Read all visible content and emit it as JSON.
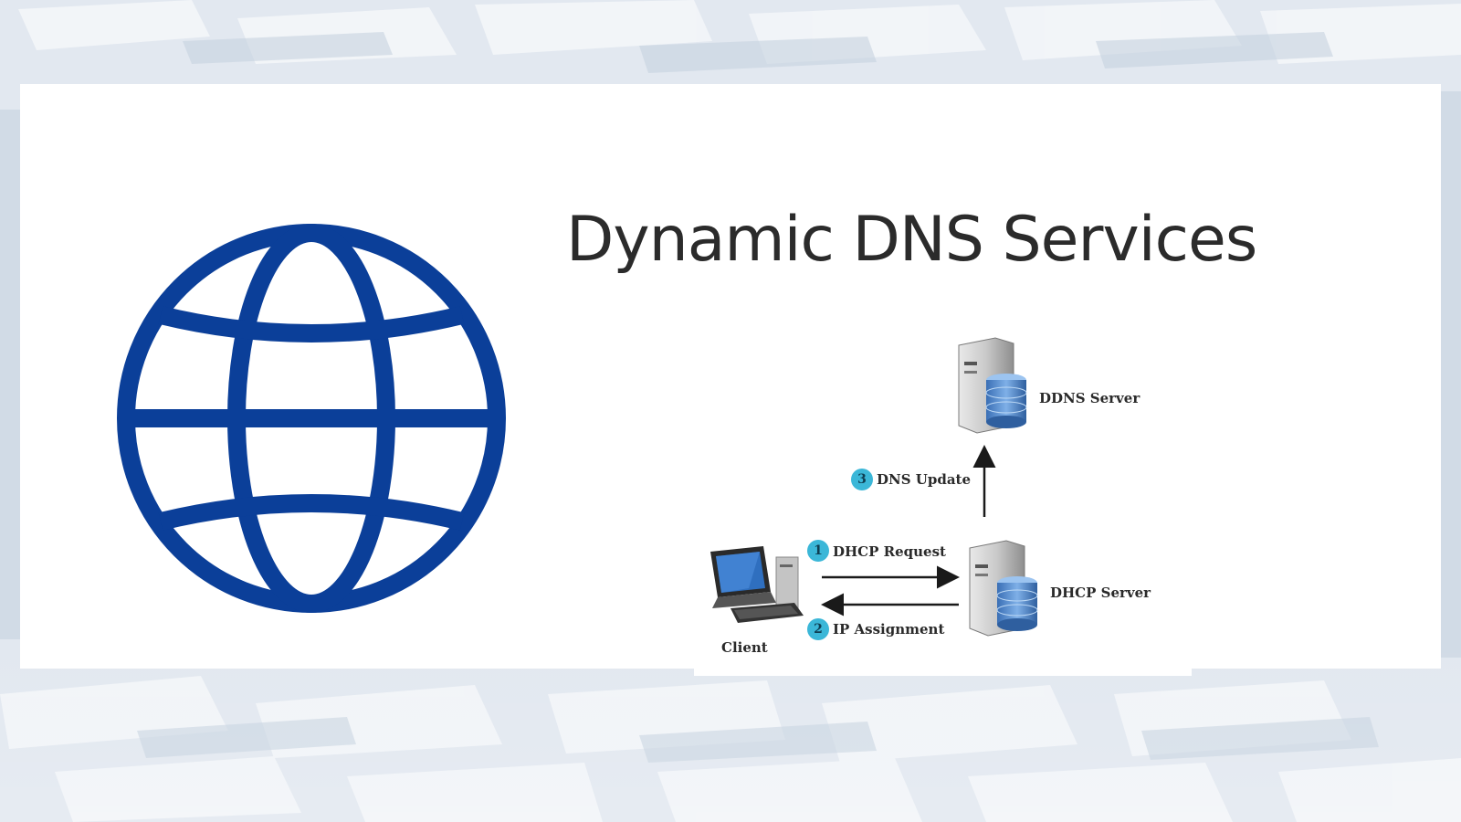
{
  "slide": {
    "title": "Dynamic DNS Services"
  },
  "globe": {
    "icon": "globe-icon",
    "color": "#0b3f99"
  },
  "diagram": {
    "nodes": {
      "ddns_server": "DDNS Server",
      "dhcp_server": "DHCP Server",
      "client": "Client"
    },
    "steps": [
      {
        "number": "1",
        "label": "DHCP Request"
      },
      {
        "number": "2",
        "label": "IP Assignment"
      },
      {
        "number": "3",
        "label": "DNS Update"
      }
    ],
    "badge_color": "#3bb7d8"
  }
}
